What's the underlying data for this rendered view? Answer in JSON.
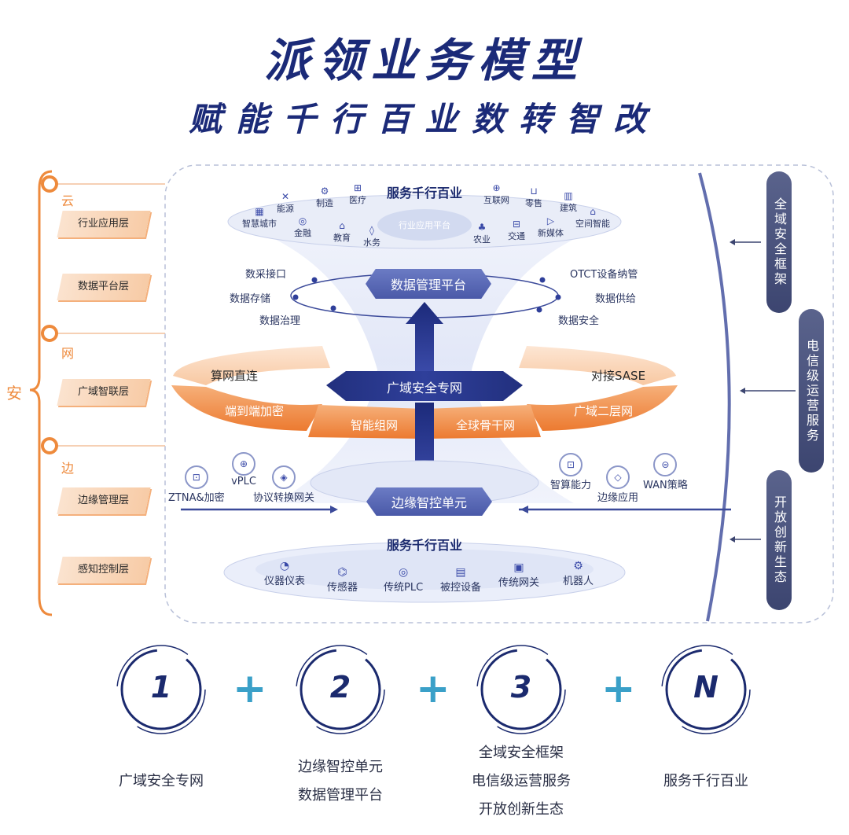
{
  "header": {
    "title": "派领业务模型",
    "subtitle": "赋能千行百业数转智改"
  },
  "left_bracket": {
    "root_label": "安",
    "nodes": [
      {
        "label": "云"
      },
      {
        "label": "网"
      },
      {
        "label": "边"
      }
    ],
    "layers": [
      "行业应用层",
      "数据平台层",
      "广域智联层",
      "边缘管理层",
      "感知控制层"
    ]
  },
  "right_labels": [
    "全域安全框架",
    "电信级运营服务",
    "开放创新生态"
  ],
  "top_platform": {
    "title": "服务千行百业",
    "center_label": "行业应用平台",
    "industries": [
      "能源",
      "制造",
      "医疗",
      "智慧城市",
      "金融",
      "教育",
      "水务",
      "互联网",
      "零售",
      "建筑",
      "农业",
      "交通",
      "新媒体",
      "空间智能"
    ]
  },
  "data_platform": {
    "title": "数据管理平台",
    "left_items": [
      "数采接口",
      "数据存储",
      "数据治理"
    ],
    "right_items": [
      "OTCT设备纳管",
      "数据供给",
      "数据安全"
    ]
  },
  "wan": {
    "title": "广域安全专网",
    "segments": [
      "算网直连",
      "对接SASE",
      "端到端加密",
      "智能组网",
      "全球骨干网",
      "广域二层网"
    ]
  },
  "edge": {
    "title": "边缘智控单元",
    "left_items": [
      "vPLC",
      "ZTNA&加密",
      "协议转换网关"
    ],
    "right_items": [
      "智算能力",
      "边缘应用",
      "WAN策略"
    ]
  },
  "bottom_platform": {
    "title": "服务千行百业",
    "devices": [
      "仪器仪表",
      "传感器",
      "传统PLC",
      "被控设备",
      "传统网关",
      "机器人"
    ]
  },
  "formula": {
    "items": [
      {
        "number": "1",
        "captions": [
          "广域安全专网"
        ]
      },
      {
        "number": "2",
        "captions": [
          "边缘智控单元",
          "数据管理平台"
        ]
      },
      {
        "number": "3",
        "captions": [
          "全域安全框架",
          "电信级运营服务",
          "开放创新生态"
        ]
      },
      {
        "number": "N",
        "captions": [
          "服务千行百业"
        ]
      }
    ],
    "operator": "+"
  },
  "colors": {
    "title": "#1b2a78",
    "accent_orange": "#ee8a3c",
    "navy": "#1b2a78",
    "plus": "#3aa0c8"
  }
}
